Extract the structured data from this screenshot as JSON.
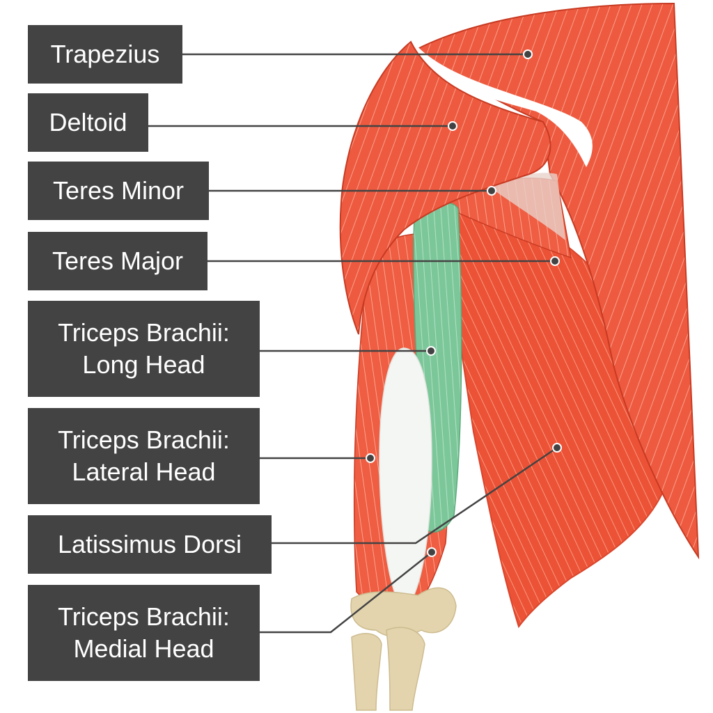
{
  "labels": {
    "trapezius": "Trapezius",
    "deltoid": "Deltoid",
    "teres_minor": "Teres Minor",
    "teres_major": "Teres Major",
    "triceps_long": [
      "Triceps Brachii:",
      "Long Head"
    ],
    "triceps_lateral": [
      "Triceps Brachii:",
      "Lateral Head"
    ],
    "latissimus_dorsi": "Latissimus Dorsi",
    "triceps_medial": [
      "Triceps Brachii:",
      "Medial Head"
    ]
  },
  "colors": {
    "label_bg": "#434343",
    "label_text": "#ffffff",
    "leader_line": "#434343",
    "muscle": "#ee5a40",
    "muscle_dark": "#c73a22",
    "highlight_muscle": "#7cc79a",
    "bone": "#e3d4ad",
    "tendon": "#f4f6f3"
  }
}
